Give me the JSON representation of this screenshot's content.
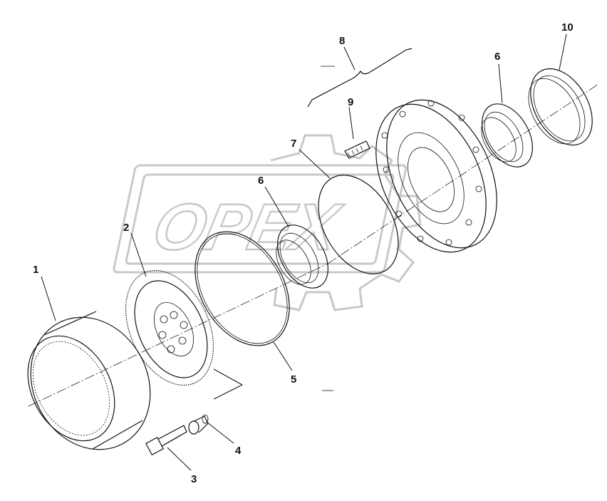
{
  "watermark": {
    "text": "OPEX"
  },
  "callouts": [
    {
      "id": "1",
      "label": "1"
    },
    {
      "id": "2",
      "label": "2"
    },
    {
      "id": "3",
      "label": "3"
    },
    {
      "id": "4",
      "label": "4"
    },
    {
      "id": "5",
      "label": "5"
    },
    {
      "id": "6a",
      "label": "6"
    },
    {
      "id": "6b",
      "label": "6"
    },
    {
      "id": "7",
      "label": "7"
    },
    {
      "id": "8",
      "label": "8"
    },
    {
      "id": "9",
      "label": "9"
    },
    {
      "id": "10",
      "label": "10"
    }
  ]
}
